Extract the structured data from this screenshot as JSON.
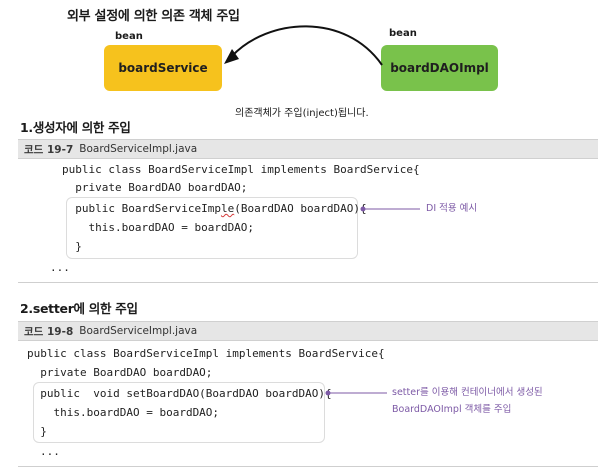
{
  "diagram": {
    "title": "외부 설정에 의한 의존 객체 주입",
    "left_bean_label": "bean",
    "right_bean_label": "bean",
    "left_box": "boardService",
    "right_box": "boardDAOImpl",
    "inject_note": "의존객체가 주입(inject)됩니다.",
    "colors": {
      "left_box": "#f6c21d",
      "right_box": "#79c24b",
      "callout": "#7d5aa6"
    }
  },
  "section1": {
    "title": "1.생성자에 의한 주입",
    "code_number": "코드 19-7",
    "code_filename": "BoardServiceImpl.java",
    "lines": {
      "l1": "public class BoardServiceImpl implements BoardService{",
      "l2": "  private BoardDAO boardDAO;",
      "l3a": "  public BoardServiceImp",
      "l3b": "le",
      "l3c": "(BoardDAO boardDAO){",
      "l4": "    this.boardDAO = boardDAO;",
      "l5": "  }",
      "l6": "..."
    },
    "callout": "DI 적용 예시"
  },
  "section2": {
    "title": "2.setter에 의한 주입",
    "code_number": "코드 19-8",
    "code_filename": "BoardServiceImpl.java",
    "lines": {
      "l1": "public class BoardServiceImpl implements BoardService{",
      "l2": "  private BoardDAO boardDAO;",
      "l3": "  public  void setBoardDAO(BoardDAO boardDAO){",
      "l4": "    this.boardDAO = boardDAO;",
      "l5": "  }",
      "l6": "..."
    },
    "callout_line1": "setter를 이용해 컨테이너에서 생성된",
    "callout_line2": "BoardDAOImpl 객체를 주입"
  }
}
